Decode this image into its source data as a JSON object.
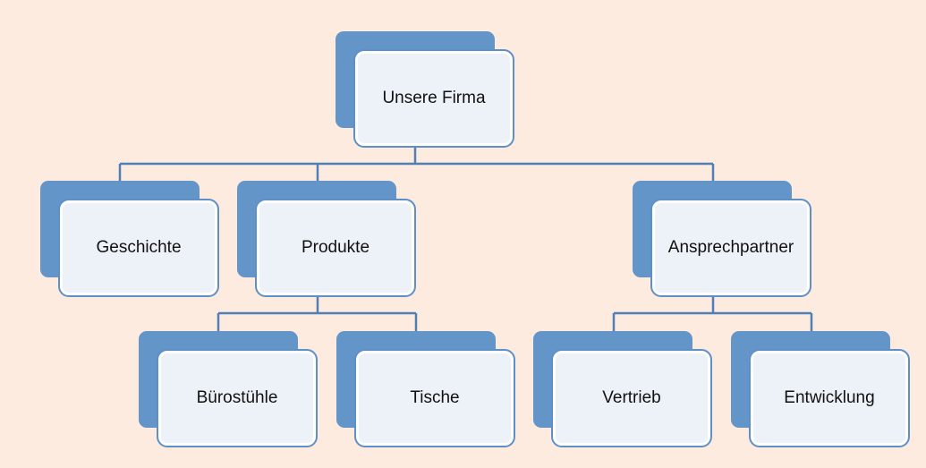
{
  "root": {
    "label": "Unsere Firma"
  },
  "level1": [
    {
      "label": "Geschichte"
    },
    {
      "label": "Produkte"
    },
    {
      "label": "Ansprechpartner"
    }
  ],
  "produkte_children": [
    {
      "label": "Bürostühle"
    },
    {
      "label": "Tische"
    }
  ],
  "ansprechpartner_children": [
    {
      "label": "Vertrieb"
    },
    {
      "label": "Entwicklung"
    }
  ],
  "colors": {
    "background": "#fdebdf",
    "box_back": "#6495c8",
    "box_front": "#edf2f8",
    "connector": "#4f7fb5"
  }
}
